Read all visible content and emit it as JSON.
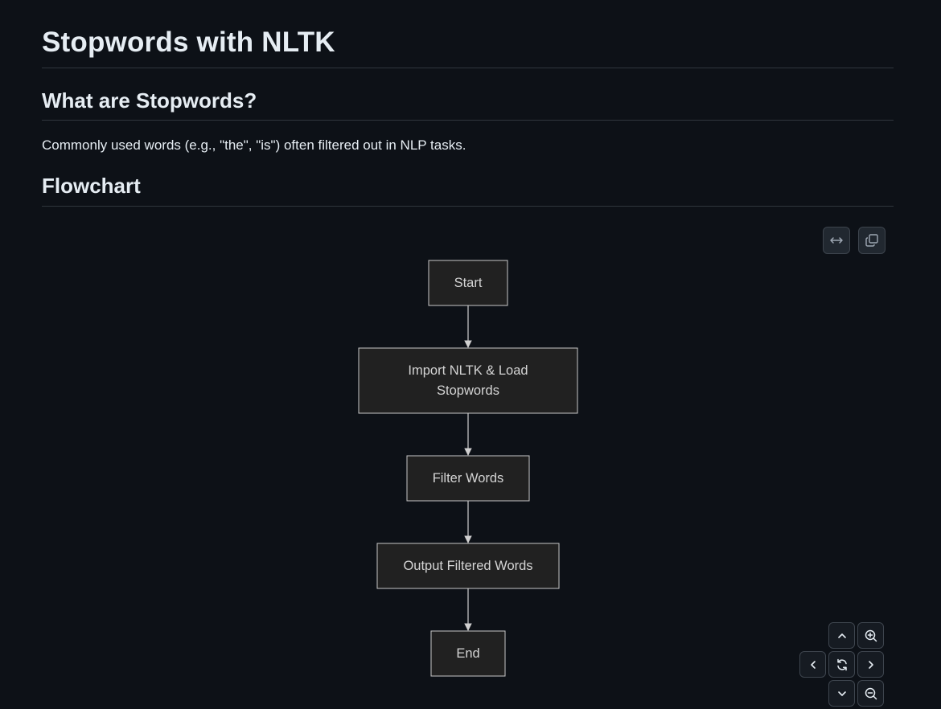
{
  "page": {
    "title": "Stopwords with NLTK",
    "section_what": "What are Stopwords?",
    "description": "Commonly used words (e.g., \"the\", \"is\") often filtered out in NLP tasks.",
    "section_flowchart": "Flowchart"
  },
  "flowchart": {
    "nodes": [
      {
        "id": "start",
        "lines": [
          "Start"
        ]
      },
      {
        "id": "import",
        "lines": [
          "Import NLTK & Load",
          "Stopwords"
        ]
      },
      {
        "id": "filter",
        "lines": [
          "Filter Words"
        ]
      },
      {
        "id": "output",
        "lines": [
          "Output Filtered Words"
        ]
      },
      {
        "id": "end",
        "lines": [
          "End"
        ]
      }
    ],
    "edges": [
      {
        "from": "start",
        "to": "import"
      },
      {
        "from": "import",
        "to": "filter"
      },
      {
        "from": "filter",
        "to": "output"
      },
      {
        "from": "output",
        "to": "end"
      }
    ]
  },
  "toolbar": {
    "buttons": [
      {
        "name": "expand-button",
        "icon": "arrows-horizontal-icon"
      },
      {
        "name": "copy-button",
        "icon": "copy-icon"
      }
    ]
  },
  "diagram_controls": {
    "buttons": [
      {
        "name": "pan-up-button",
        "icon": "chevron-up-icon"
      },
      {
        "name": "zoom-in-button",
        "icon": "zoom-in-icon"
      },
      {
        "name": "pan-left-button",
        "icon": "chevron-left-icon"
      },
      {
        "name": "reset-view-button",
        "icon": "refresh-icon"
      },
      {
        "name": "pan-right-button",
        "icon": "chevron-right-icon"
      },
      {
        "name": "pan-down-button",
        "icon": "chevron-down-icon"
      },
      {
        "name": "zoom-out-button",
        "icon": "zoom-out-icon"
      }
    ]
  },
  "colors": {
    "background": "#0d1117",
    "node_fill": "#212121",
    "node_stroke": "#c8c8c8",
    "node_text": "#d4d4d4",
    "edge": "#d0d0d0",
    "rule": "#30363d"
  }
}
